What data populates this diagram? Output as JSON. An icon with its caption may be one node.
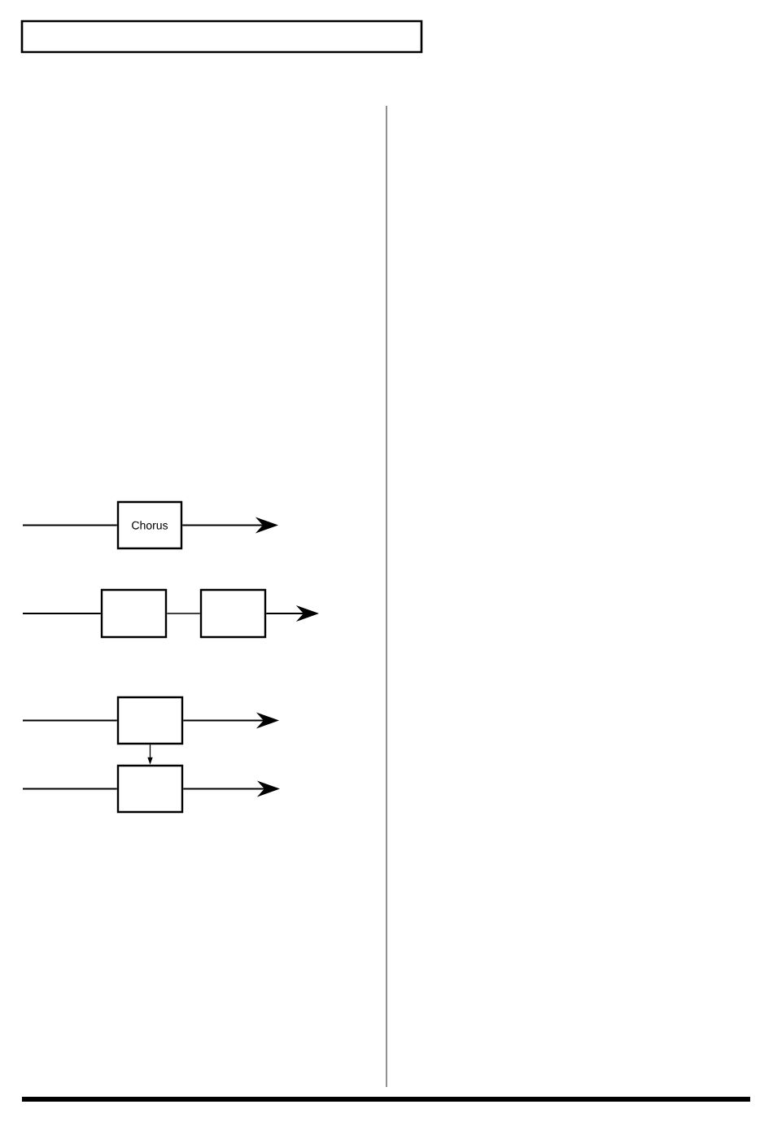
{
  "diagram": {
    "nodes": [
      {
        "text": [
          "Chorus"
        ]
      },
      {
        "text": [],
        "shape": "box"
      },
      {
        "text": [],
        "shape": "box"
      },
      {
        "text": [],
        "shape": "box"
      },
      {
        "text": [],
        "shape": "box"
      }
    ],
    "edges": [
      {
        "from": null,
        "to": 0,
        "arrow": "none"
      },
      {
        "from": 0,
        "to": null,
        "arrow": "to"
      },
      {
        "from": null,
        "to": 1,
        "arrow": "none"
      },
      {
        "from": 1,
        "to": 2,
        "arrow": "none"
      },
      {
        "from": 2,
        "to": null,
        "arrow": "to"
      },
      {
        "from": null,
        "to": 3,
        "arrow": "none"
      },
      {
        "from": 3,
        "to": null,
        "arrow": "to"
      },
      {
        "from": 3,
        "to": 4,
        "arrow": "to"
      },
      {
        "from": null,
        "to": 4,
        "arrow": "none"
      },
      {
        "from": 4,
        "to": null,
        "arrow": "to"
      }
    ]
  }
}
